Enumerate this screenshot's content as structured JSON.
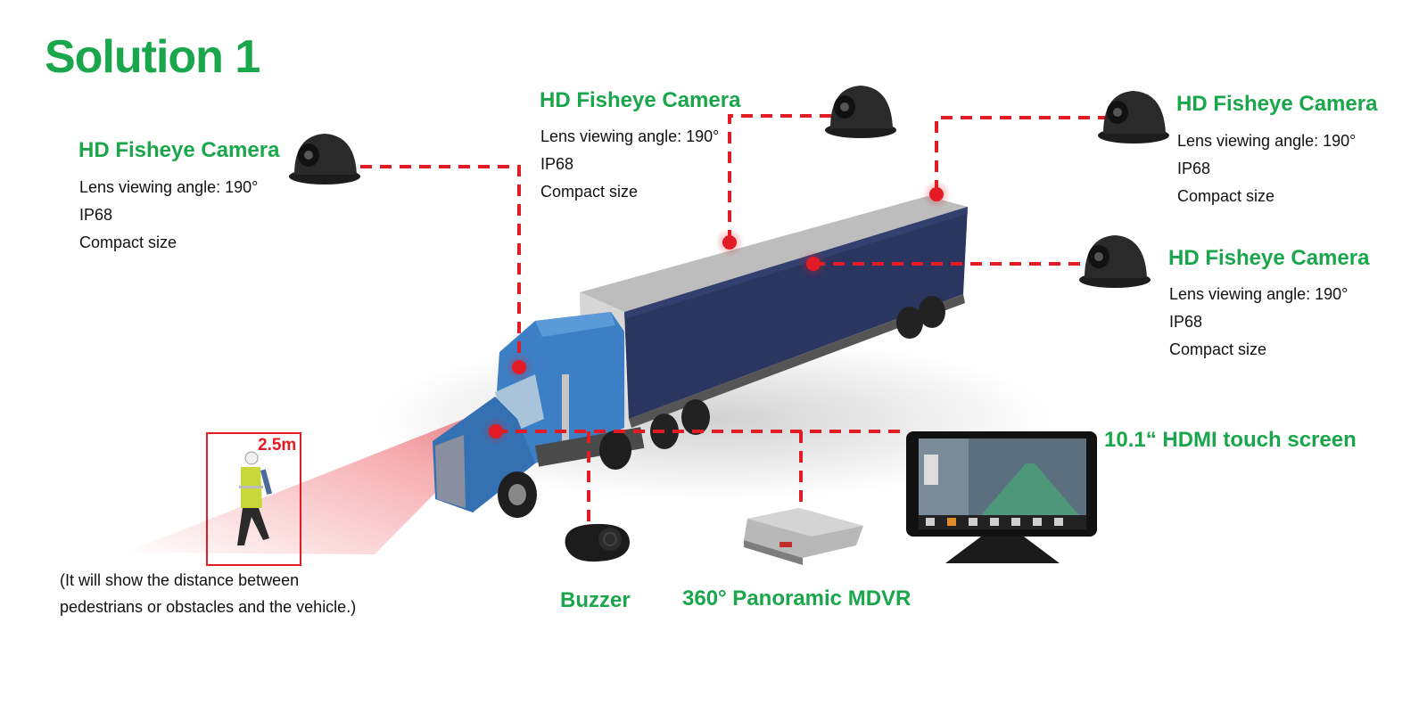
{
  "title": "Solution 1",
  "cameras": [
    {
      "title": "HD Fisheye Camera",
      "specs": [
        "Lens viewing angle: 190°",
        "IP68",
        "Compact size"
      ]
    },
    {
      "title": "HD Fisheye Camera",
      "specs": [
        "Lens viewing angle: 190°",
        "IP68",
        "Compact size"
      ]
    },
    {
      "title": "HD Fisheye Camera",
      "specs": [
        "Lens viewing angle: 190°",
        "IP68",
        "Compact size"
      ]
    },
    {
      "title": "HD Fisheye Camera",
      "specs": [
        "Lens viewing angle: 190°",
        "IP68",
        "Compact size"
      ]
    }
  ],
  "devices": {
    "screen": "10.1“ HDMI touch screen",
    "buzzer": "Buzzer",
    "mdvr": "360° Panoramic  MDVR"
  },
  "distance": "2.5m",
  "note": [
    "(It will show the distance between",
    "pedestrians or obstacles and the vehicle.)"
  ],
  "colors": {
    "accent_green": "#1aa64a",
    "marker_red": "#e21b24",
    "trailer_blue": "#2a3560",
    "cab_blue": "#3d7fc4"
  }
}
